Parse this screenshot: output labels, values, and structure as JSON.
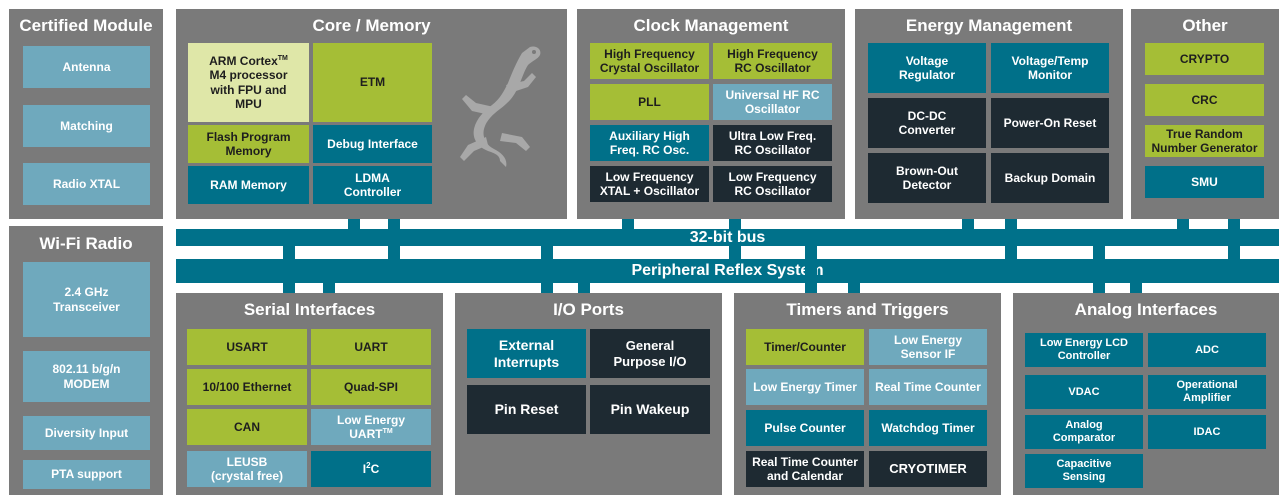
{
  "colors": {
    "panel": "#7a7a7a",
    "lime": "#a5be36",
    "pale_lime": "#dfe7a8",
    "teal": "#007089",
    "light_blue": "#6fa9bd",
    "dark": "#1e2a32",
    "bus": "#00718a"
  },
  "certified": {
    "title": "Certified Module",
    "blocks": [
      "Antenna",
      "Matching",
      "Radio XTAL"
    ]
  },
  "wifi": {
    "title": "Wi-Fi Radio",
    "blocks": [
      "2.4 GHz\nTransceiver",
      "802.11 b/g/n\nMODEM",
      "Diversity Input",
      "PTA support"
    ]
  },
  "core": {
    "title": "Core / Memory",
    "arm_line1": "ARM Cortex",
    "arm_tm": "TM",
    "arm_rest": "M4 processor\nwith FPU and\nMPU",
    "etm": "ETM",
    "flash": "Flash Program\nMemory",
    "debug": "Debug Interface",
    "ram": "RAM Memory",
    "ldma": "LDMA\nController",
    "logo_icon": "gecko-icon"
  },
  "clock": {
    "title": "Clock Management",
    "blocks": [
      "High Frequency\nCrystal Oscillator",
      "High Frequency\nRC Oscillator",
      "PLL",
      "Universal HF RC\nOscillator",
      "Auxiliary High\nFreq. RC Osc.",
      "Ultra Low Freq.\nRC Oscillator",
      "Low Frequency\nXTAL + Oscillator",
      "Low Frequency\nRC Oscillator"
    ]
  },
  "energy": {
    "title": "Energy Management",
    "blocks": [
      "Voltage\nRegulator",
      "Voltage/Temp\nMonitor",
      "DC-DC\nConverter",
      "Power-On Reset",
      "Brown-Out\nDetector",
      "Backup Domain"
    ]
  },
  "other": {
    "title": "Other",
    "blocks": [
      "CRYPTO",
      "CRC",
      "True Random\nNumber Generator",
      "SMU"
    ]
  },
  "bus": {
    "main": "32-bit bus",
    "prs": "Peripheral Reflex System"
  },
  "serial": {
    "title": "Serial Interfaces",
    "blocks": [
      "USART",
      "UART",
      "10/100 Ethernet",
      "Quad-SPI",
      "CAN"
    ],
    "leuart": "Low Energy\nUART",
    "leuart_tm": "TM",
    "leusb": "LEUSB\n(crystal free)",
    "i2c_a": "I",
    "i2c_sup": "2",
    "i2c_b": "C"
  },
  "io": {
    "title": "I/O Ports",
    "blocks": [
      "External\nInterrupts",
      "General\nPurpose I/O",
      "Pin Reset",
      "Pin Wakeup"
    ]
  },
  "timers": {
    "title": "Timers and Triggers",
    "blocks": [
      "Timer/Counter",
      "Low Energy\nSensor IF",
      "Low Energy Timer",
      "Real Time Counter",
      "Pulse Counter",
      "Watchdog Timer",
      "Real Time Counter\nand Calendar",
      "CRYOTIMER"
    ]
  },
  "analog": {
    "title": "Analog Interfaces",
    "blocks": [
      "Low Energy LCD\nController",
      "ADC",
      "VDAC",
      "Operational\nAmplifier",
      "Analog\nComparator",
      "IDAC",
      "Capacitive\nSensing"
    ]
  }
}
